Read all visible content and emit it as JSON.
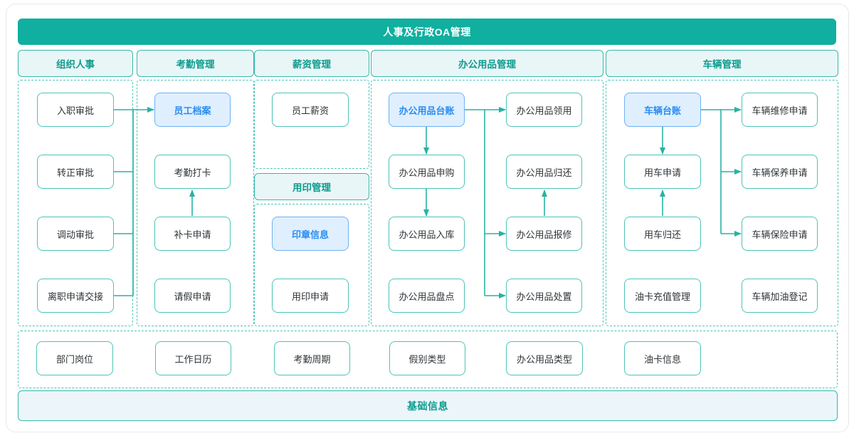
{
  "title": "人事及行政OA管理",
  "footer": "基础信息",
  "colors": {
    "banner_bg": "#10af9f",
    "banner_text": "#ffffff",
    "header_bg": "#e9f6f7",
    "header_text": "#0e9c8e",
    "box_border": "#4cc4b6",
    "box_text": "#2f3438",
    "highlight_bg": "#dfeffe",
    "highlight_border": "#6db2f3",
    "highlight_text": "#2b8df0",
    "line": "#28b2a3",
    "footer_bg": "#ecf5fa"
  },
  "columns": [
    {
      "header": "组织人事",
      "items": [
        "入职审批",
        "转正审批",
        "调动审批",
        "离职申请交接"
      ]
    },
    {
      "header": "考勤管理",
      "items": [
        "员工档案",
        "考勤打卡",
        "补卡申请",
        "请假申请"
      ]
    },
    {
      "header": "薪资管理",
      "items": [
        "员工薪资"
      ],
      "sub_header": "用印管理",
      "sub_items": [
        "印章信息",
        "用印申请"
      ]
    },
    {
      "header": "办公用品管理",
      "left": [
        "办公用品台账",
        "办公用品申购",
        "办公用品入库",
        "办公用品盘点"
      ],
      "right": [
        "办公用品领用",
        "办公用品归还",
        "办公用品报修",
        "办公用品处置"
      ]
    },
    {
      "header": "车辆管理",
      "left": [
        "车辆台账",
        "用车申请",
        "用车归还",
        "油卡充值管理"
      ],
      "right": [
        "车辆维修申请",
        "车辆保养申请",
        "车辆保险申请",
        "车辆加油登记"
      ]
    }
  ],
  "highlighted_nodes": [
    "员工档案",
    "印章信息",
    "办公用品台账",
    "车辆台账"
  ],
  "base_row": {
    "items": [
      "部门岗位",
      "工作日历",
      "考勤周期",
      "假别类型",
      "办公用品类型",
      "油卡信息"
    ]
  },
  "edges": [
    {
      "from": "入职审批",
      "to": "员工档案"
    },
    {
      "from": "转正审批",
      "to": "员工档案"
    },
    {
      "from": "调动审批",
      "to": "员工档案"
    },
    {
      "from": "离职申请交接",
      "to": "员工档案"
    },
    {
      "from": "补卡申请",
      "to": "考勤打卡"
    },
    {
      "from": "办公用品台账",
      "to": "办公用品领用"
    },
    {
      "from": "办公用品台账",
      "to": "办公用品申购"
    },
    {
      "from": "办公用品申购",
      "to": "办公用品入库"
    },
    {
      "from": "办公用品归还",
      "to": "办公用品领用"
    },
    {
      "from": "办公用品台账",
      "to": "办公用品报修"
    },
    {
      "from": "办公用品台账",
      "to": "办公用品处置"
    },
    {
      "from": "车辆台账",
      "to": "车辆维修申请"
    },
    {
      "from": "车辆台账",
      "to": "用车申请"
    },
    {
      "from": "用车归还",
      "to": "用车申请"
    },
    {
      "from": "车辆台账",
      "to": "车辆保养申请"
    },
    {
      "from": "车辆台账",
      "to": "车辆保险申请"
    }
  ]
}
